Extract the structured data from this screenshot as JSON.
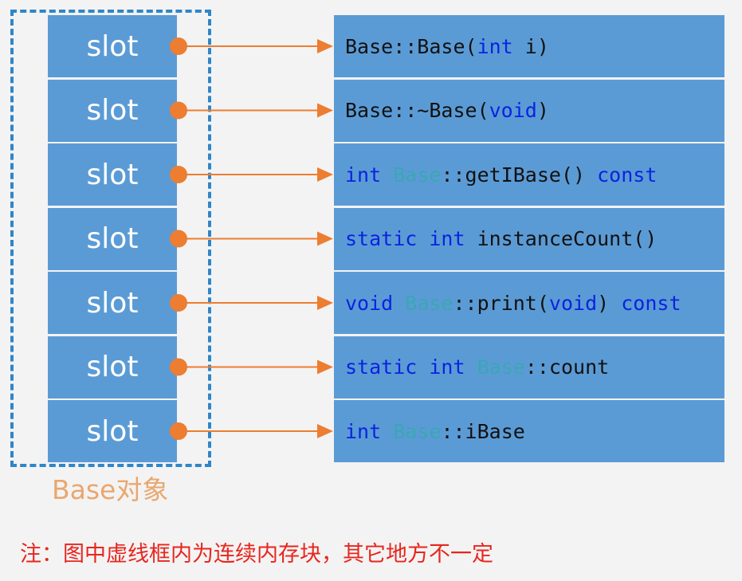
{
  "diagram": {
    "caption": "Base对象",
    "note": "注：图中虚线框内为连续内存块，其它地方不一定",
    "colors": {
      "cell": "#5b9bd5",
      "dash": "#2f86c8",
      "arrow": "#ed7d31",
      "keyword": "#0a23e0",
      "typename": "#3aa7b4",
      "caption": "#e9a76f",
      "note": "#e8261e"
    },
    "slots": [
      "slot",
      "slot",
      "slot",
      "slot",
      "slot",
      "slot",
      "slot"
    ],
    "members": [
      [
        {
          "t": "Base::Base(",
          "k": "plain"
        },
        {
          "t": "int",
          "k": "kw"
        },
        {
          "t": " i)",
          "k": "plain"
        }
      ],
      [
        {
          "t": "Base::~Base(",
          "k": "plain"
        },
        {
          "t": "void",
          "k": "kw"
        },
        {
          "t": ")",
          "k": "plain"
        }
      ],
      [
        {
          "t": "int",
          "k": "kw"
        },
        {
          "t": " ",
          "k": "plain"
        },
        {
          "t": "Base",
          "k": "ty"
        },
        {
          "t": "::getIBase() ",
          "k": "plain"
        },
        {
          "t": "const",
          "k": "kw"
        }
      ],
      [
        {
          "t": "static",
          "k": "kw"
        },
        {
          "t": " ",
          "k": "plain"
        },
        {
          "t": "int",
          "k": "kw"
        },
        {
          "t": " instanceCount()",
          "k": "plain"
        }
      ],
      [
        {
          "t": "void",
          "k": "kw"
        },
        {
          "t": " ",
          "k": "plain"
        },
        {
          "t": "Base",
          "k": "ty"
        },
        {
          "t": "::print(",
          "k": "plain"
        },
        {
          "t": "void",
          "k": "kw"
        },
        {
          "t": ") ",
          "k": "plain"
        },
        {
          "t": "const",
          "k": "kw"
        }
      ],
      [
        {
          "t": "static",
          "k": "kw"
        },
        {
          "t": " ",
          "k": "plain"
        },
        {
          "t": "int",
          "k": "kw"
        },
        {
          "t": " ",
          "k": "plain"
        },
        {
          "t": "Base",
          "k": "ty"
        },
        {
          "t": "::count",
          "k": "plain"
        }
      ],
      [
        {
          "t": "int",
          "k": "kw"
        },
        {
          "t": " ",
          "k": "plain"
        },
        {
          "t": "Base",
          "k": "ty"
        },
        {
          "t": "::iBase",
          "k": "plain"
        }
      ]
    ]
  }
}
